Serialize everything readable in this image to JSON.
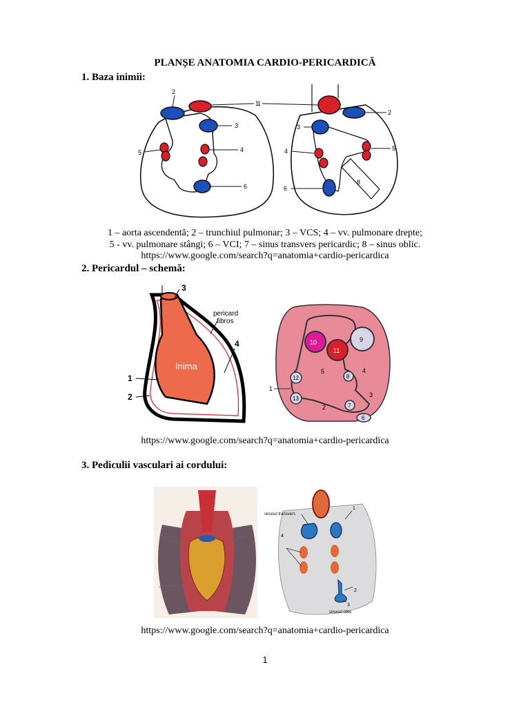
{
  "document": {
    "title": "PLANȘE ANATOMIA CARDIO-PERICARDICĂ",
    "sections": [
      {
        "heading": "1. Baza inimii:",
        "caption_lines": [
          "1 – aorta ascendentă; 2 – trunchiul pulmonar; 3 – VCS; 4 – vv. pulmonare drepte;",
          "5 - vv. pulmonare stângi; 6 – VCI; 7 – sinus transvers pericardic; 8 – sinus oblic."
        ],
        "source_url": "https://www.google.com/search?q=anatomia+cardio-pericardica",
        "figure_left_labels": [
          "2",
          "1",
          "3",
          "5",
          "4",
          "6"
        ],
        "figure_right_labels": [
          "1",
          "2",
          "3",
          "4",
          "5",
          "8",
          "6"
        ]
      },
      {
        "heading": "2. Pericardul – schemă:",
        "figure_left_labels": [
          "3",
          "pericard",
          "fibros",
          "Inima",
          "4",
          "1",
          "2"
        ],
        "figure_right_labels": [
          "10",
          "11",
          "9",
          "5",
          "4",
          "8",
          "12",
          "1",
          "13",
          "3",
          "2",
          "7",
          "6"
        ],
        "source_url": "https://www.google.com/search?q=anatomia+cardio-pericardica"
      },
      {
        "heading": "3. Pediculii vasculari ai cordului:",
        "figure_right_labels": [
          "sinusul transvers",
          "1",
          "4",
          "2",
          "3",
          "sinusul oblic"
        ],
        "source_url": "https://www.google.com/search?q=anatomia+cardio-pericardica"
      }
    ],
    "page_number": "1"
  },
  "colors": {
    "vein_blue": "#1d4fb8",
    "artery_red": "#d8202a",
    "heart_orange": "#ee6a4c",
    "pericardium_pink": "#e88a98",
    "magenta": "#e0189a"
  }
}
